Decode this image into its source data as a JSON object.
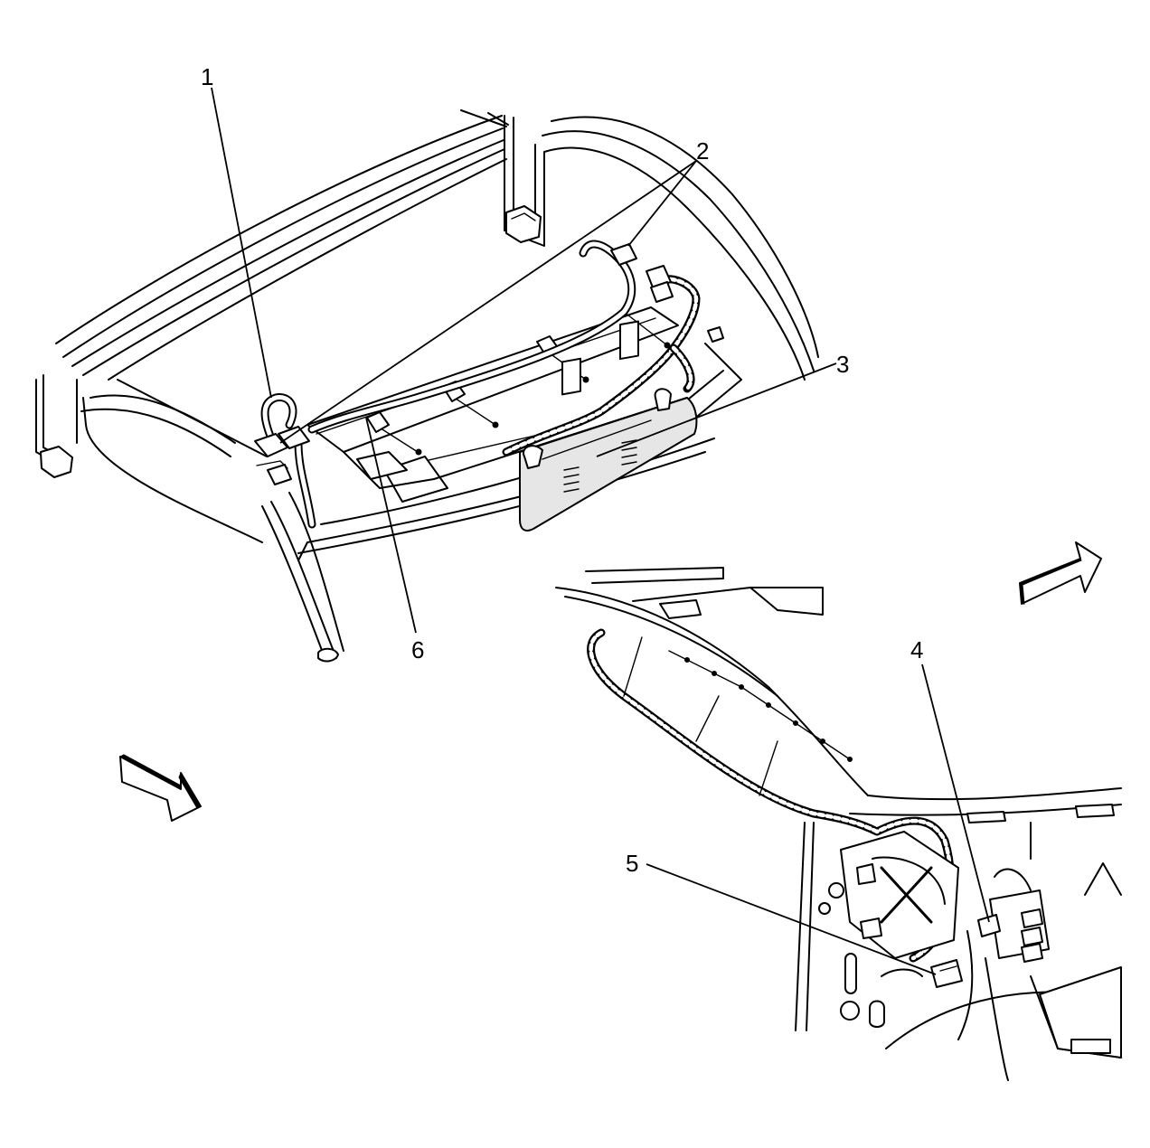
{
  "callouts": [
    {
      "id": "1",
      "label": "1"
    },
    {
      "id": "2",
      "label": "2"
    },
    {
      "id": "3",
      "label": "3"
    },
    {
      "id": "4",
      "label": "4"
    },
    {
      "id": "5",
      "label": "5"
    },
    {
      "id": "6",
      "label": "6"
    }
  ],
  "icons": {
    "top_view_arrow": "direction-arrow-icon",
    "left_view_arrow": "direction-arrow-icon"
  }
}
